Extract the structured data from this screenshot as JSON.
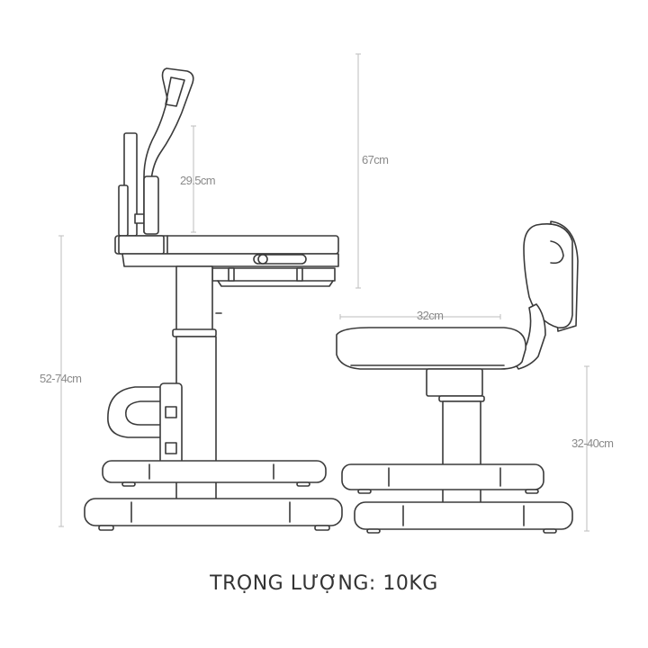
{
  "dimensions": {
    "desk_height": "52-74cm",
    "lamp_height": "29.5cm",
    "total_height": "67cm",
    "seat_width": "32cm",
    "chair_height": "32-40cm"
  },
  "caption": "TRỌNG LƯỢNG: 10KG",
  "colors": {
    "line": "#3a3a3a",
    "dimension_line": "#bdbdbd",
    "label": "#8a8a8a"
  }
}
